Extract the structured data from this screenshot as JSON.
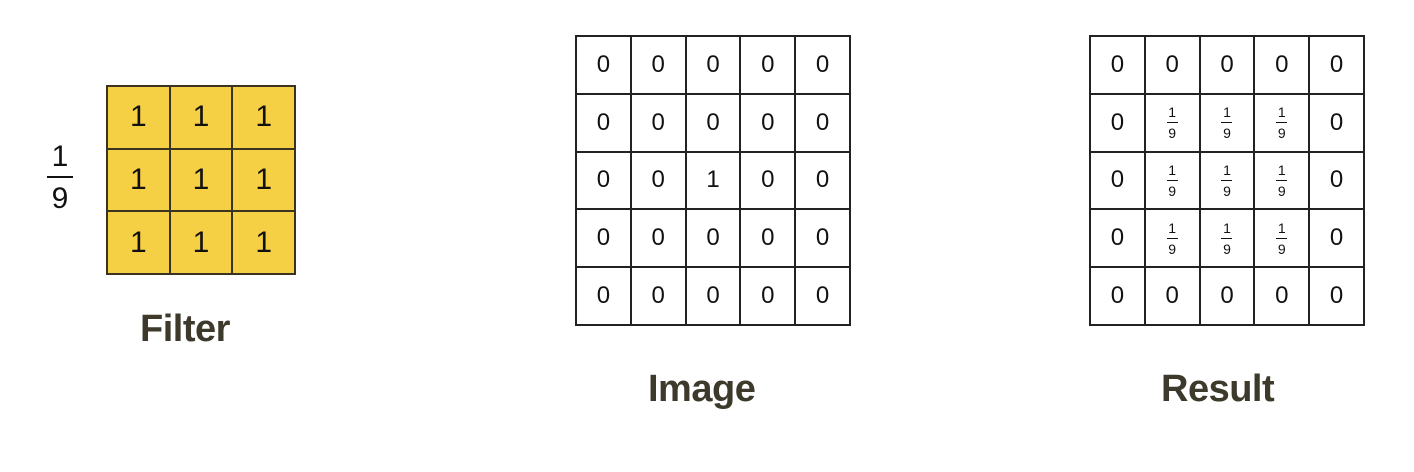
{
  "filter": {
    "scale_numerator": "1",
    "scale_denominator": "9",
    "cells": [
      [
        "1",
        "1",
        "1"
      ],
      [
        "1",
        "1",
        "1"
      ],
      [
        "1",
        "1",
        "1"
      ]
    ],
    "caption": "Filter",
    "fill_color": "#f5cf44"
  },
  "image": {
    "cells": [
      [
        "0",
        "0",
        "0",
        "0",
        "0"
      ],
      [
        "0",
        "0",
        "0",
        "0",
        "0"
      ],
      [
        "0",
        "0",
        "1",
        "0",
        "0"
      ],
      [
        "0",
        "0",
        "0",
        "0",
        "0"
      ],
      [
        "0",
        "0",
        "0",
        "0",
        "0"
      ]
    ],
    "caption": "Image"
  },
  "result": {
    "cells": [
      [
        "0",
        "0",
        "0",
        "0",
        "0"
      ],
      [
        "0",
        "1/9",
        "1/9",
        "1/9",
        "0"
      ],
      [
        "0",
        "1/9",
        "1/9",
        "1/9",
        "0"
      ],
      [
        "0",
        "1/9",
        "1/9",
        "1/9",
        "0"
      ],
      [
        "0",
        "0",
        "0",
        "0",
        "0"
      ]
    ],
    "caption": "Result"
  }
}
